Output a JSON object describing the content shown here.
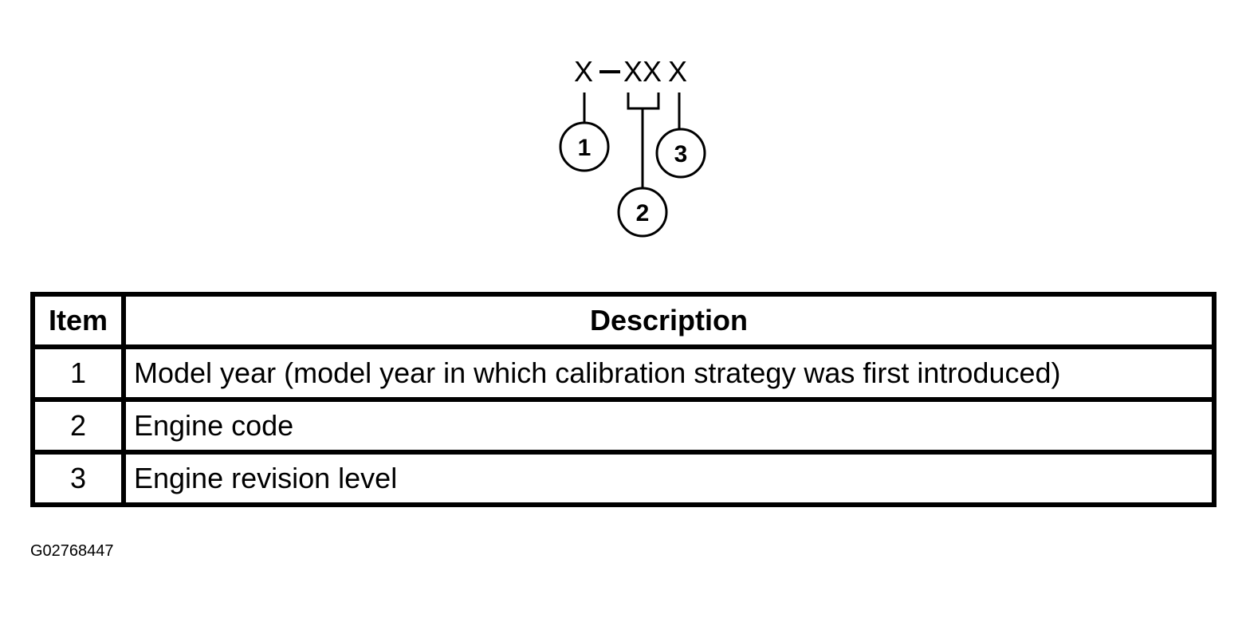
{
  "diagram": {
    "code_chars": [
      "X",
      "XX",
      "X"
    ],
    "callouts": [
      "1",
      "2",
      "3"
    ]
  },
  "table": {
    "headers": {
      "item": "Item",
      "description": "Description"
    },
    "rows": [
      {
        "item": "1",
        "description": "Model year (model year in which calibration strategy was first introduced)"
      },
      {
        "item": "2",
        "description": "Engine code"
      },
      {
        "item": "3",
        "description": "Engine revision level"
      }
    ]
  },
  "figure_id": "G02768447"
}
